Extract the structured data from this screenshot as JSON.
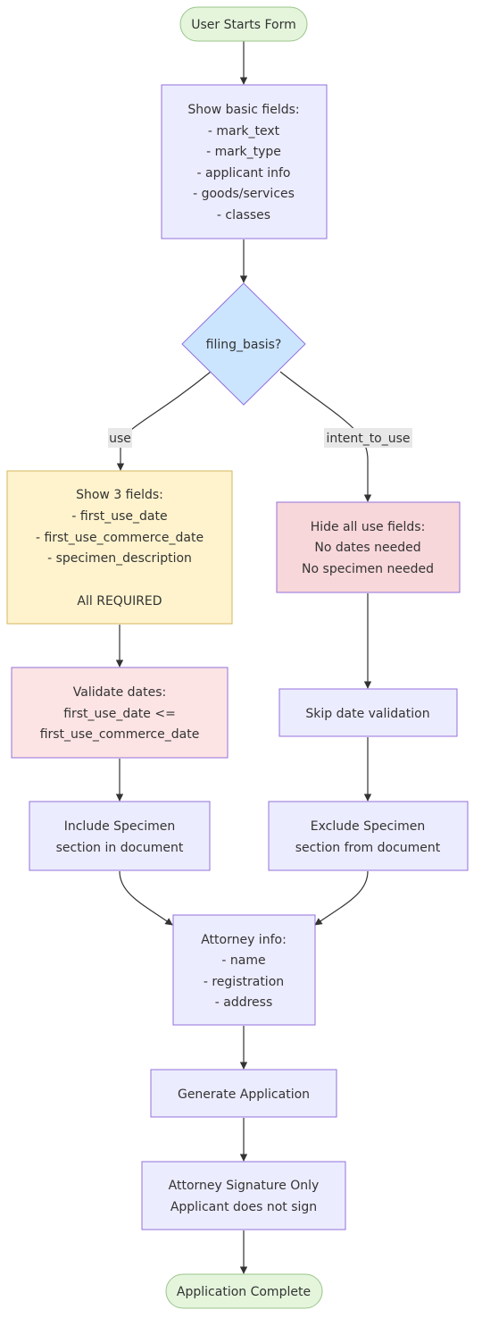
{
  "nodes": {
    "start": {
      "lines": [
        "User Starts Form"
      ],
      "fill": "#e4f5dc",
      "stroke": "#9ac58a"
    },
    "basic_fields": {
      "lines": [
        "Show basic fields:",
        "- mark_text",
        "- mark_type",
        "- applicant info",
        "- goods/services",
        "- classes"
      ],
      "fill": "#ececff",
      "stroke": "#9370db"
    },
    "filing_basis": {
      "lines": [
        "filing_basis?"
      ],
      "fill": "#cce5ff",
      "stroke": "#9370db"
    },
    "show_fields": {
      "lines": [
        "Show 3 fields:",
        "- first_use_date",
        "- first_use_commerce_date",
        "- specimen_description",
        "",
        "All REQUIRED"
      ],
      "fill": "#fff3cd",
      "stroke": "#d4b75e"
    },
    "hide_fields": {
      "lines": [
        "Hide all use fields:",
        "No dates needed",
        "No specimen needed"
      ],
      "fill": "#f8d7da",
      "stroke": "#9370db"
    },
    "validate_dates": {
      "lines": [
        "Validate dates:",
        "first_use_date <=",
        "first_use_commerce_date"
      ],
      "fill": "#fde4e4",
      "stroke": "#9370db"
    },
    "skip_validation": {
      "lines": [
        "Skip date validation"
      ],
      "fill": "#ececff",
      "stroke": "#9370db"
    },
    "include_specimen": {
      "lines": [
        "Include Specimen",
        "section in document"
      ],
      "fill": "#ececff",
      "stroke": "#9370db"
    },
    "exclude_specimen": {
      "lines": [
        "Exclude Specimen",
        "section from document"
      ],
      "fill": "#ececff",
      "stroke": "#9370db"
    },
    "attorney_info": {
      "lines": [
        "Attorney info:",
        "- name",
        "- registration",
        "- address"
      ],
      "fill": "#ececff",
      "stroke": "#9370db"
    },
    "generate": {
      "lines": [
        "Generate Application"
      ],
      "fill": "#ececff",
      "stroke": "#9370db"
    },
    "signature": {
      "lines": [
        "Attorney Signature Only",
        "Applicant does not sign"
      ],
      "fill": "#ececff",
      "stroke": "#9370db"
    },
    "complete": {
      "lines": [
        "Application Complete"
      ],
      "fill": "#e4f5dc",
      "stroke": "#9ac58a"
    }
  },
  "edge_labels": {
    "use": "use",
    "intent_to_use": "intent_to_use"
  },
  "colors": {
    "edge": "#333333",
    "label_bg": "#e8e8e8",
    "text": "#333333"
  }
}
